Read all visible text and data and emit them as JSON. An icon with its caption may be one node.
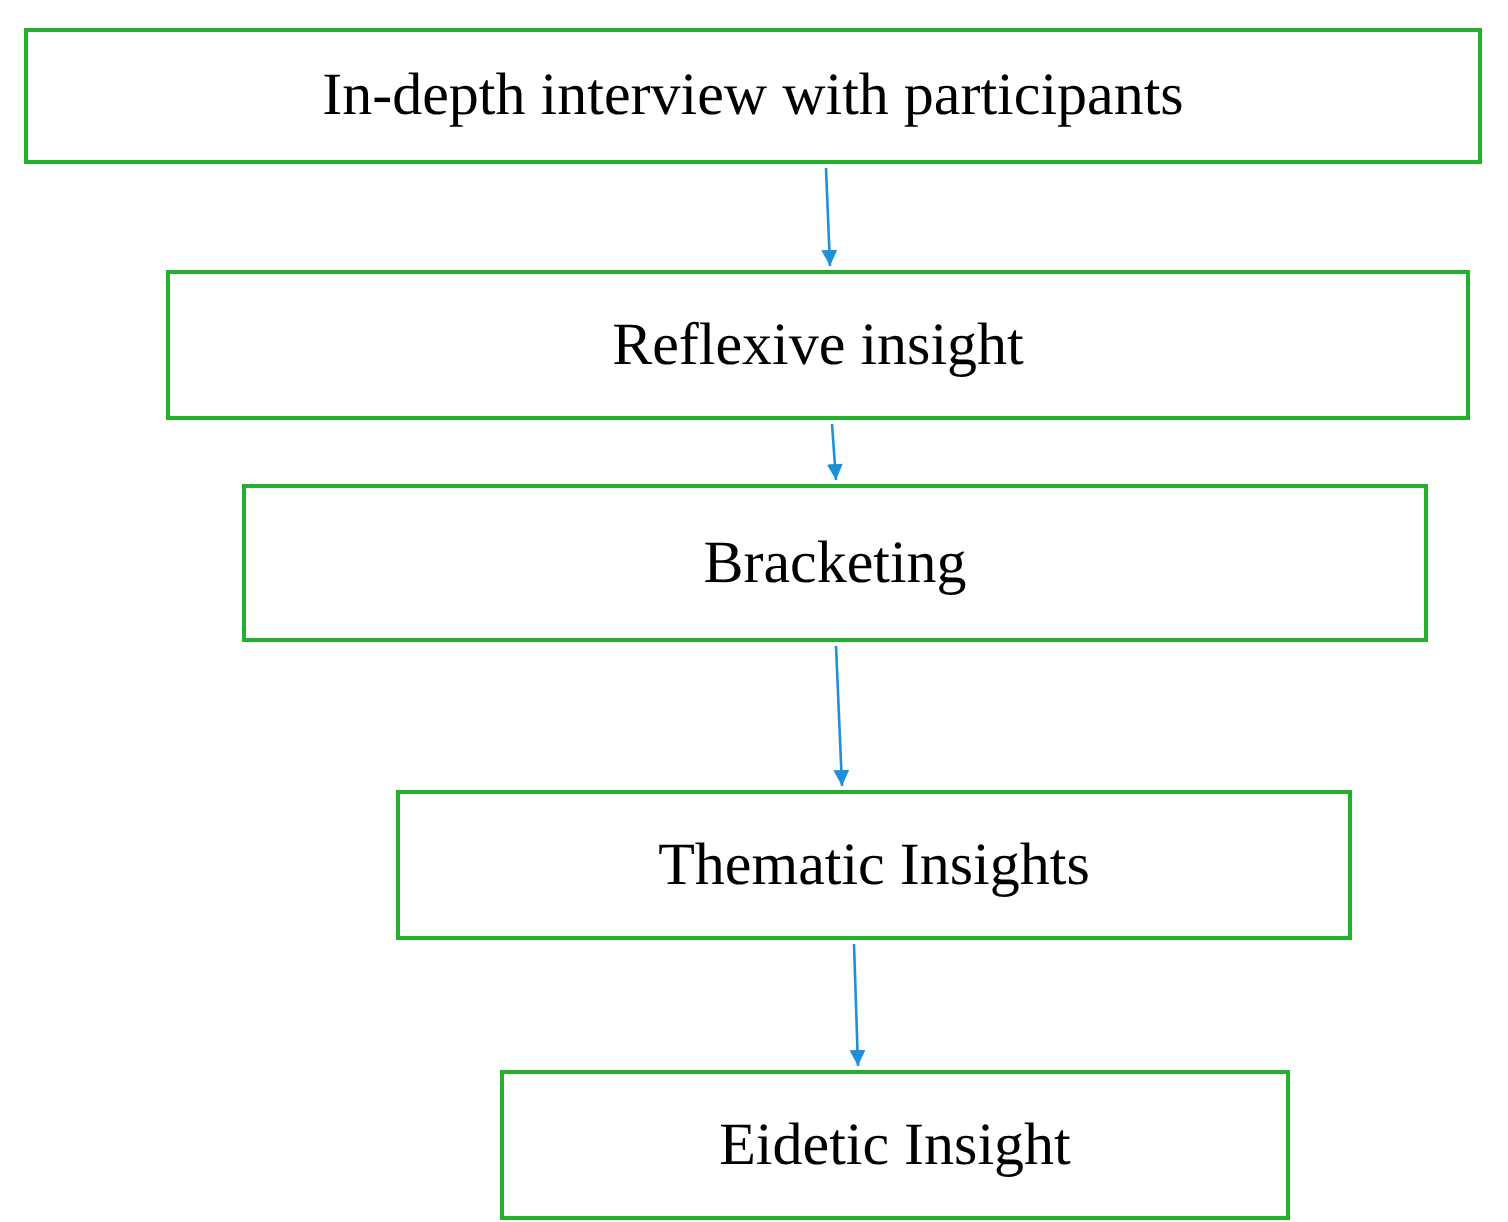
{
  "diagram": {
    "nodes": [
      {
        "text": [
          "In-depth interview with participants"
        ]
      },
      {
        "text": [
          "Reflexive insight"
        ]
      },
      {
        "text": [
          "Bracketing"
        ]
      },
      {
        "text": [
          "Thematic Insights"
        ]
      },
      {
        "text": [
          "Eidetic Insight"
        ]
      }
    ],
    "edges": [
      {
        "from": 0,
        "to": 1,
        "arrow": "to"
      },
      {
        "from": 1,
        "to": 2,
        "arrow": "to"
      },
      {
        "from": 2,
        "to": 3,
        "arrow": "to"
      },
      {
        "from": 3,
        "to": 4,
        "arrow": "to"
      }
    ]
  }
}
